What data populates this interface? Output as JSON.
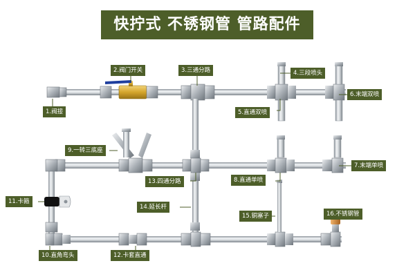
{
  "title": "快拧式 不锈钢管 管路配件",
  "colors": {
    "label_bg": "#4d5e29",
    "pipe_light": "#eef0f2",
    "pipe_dark": "#8c939a",
    "valve_brass": "#d9b23a",
    "valve_handle": "#1f3f9e",
    "clamp_black": "#111111",
    "plug_copper": "#cf8a3a"
  },
  "labels": [
    {
      "id": "l1",
      "text": "1.阀接"
    },
    {
      "id": "l2",
      "text": "2.阀门开关"
    },
    {
      "id": "l3",
      "text": "3.三通分路"
    },
    {
      "id": "l4",
      "text": "4.三段喷头"
    },
    {
      "id": "l5",
      "text": "5.直通双喷"
    },
    {
      "id": "l6",
      "text": "6.末端双喷"
    },
    {
      "id": "l7",
      "text": "7.末端单喷"
    },
    {
      "id": "l8",
      "text": "8.直通单喷"
    },
    {
      "id": "l9",
      "text": "9.一转三底座"
    },
    {
      "id": "l10",
      "text": "10.直角弯头"
    },
    {
      "id": "l11",
      "text": "11.卡箍"
    },
    {
      "id": "l12",
      "text": "12.卡套直通"
    },
    {
      "id": "l13",
      "text": "13.四通分路"
    },
    {
      "id": "l14",
      "text": "14.延长杆"
    },
    {
      "id": "l15",
      "text": "15.铜塞子"
    },
    {
      "id": "l16",
      "text": "16.不锈钢管"
    }
  ]
}
